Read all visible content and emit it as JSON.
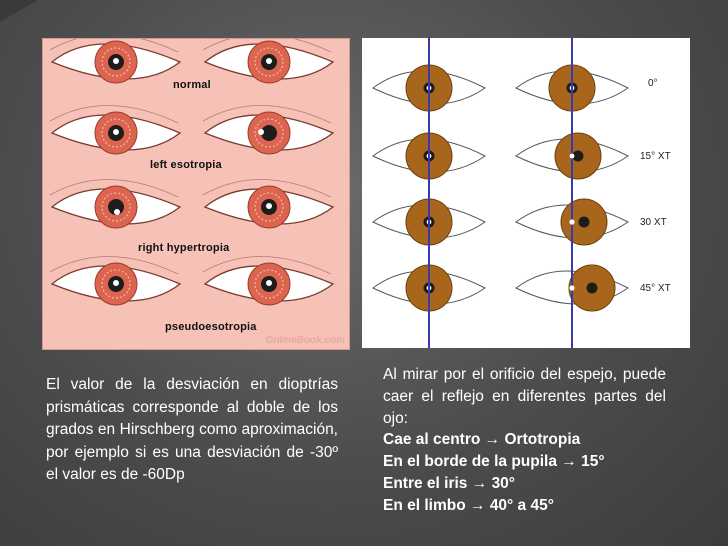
{
  "left_image": {
    "labels": {
      "normal": "normal",
      "esotropia": "left esotropia",
      "hypertropia": "right hypertropia",
      "pseudo": "pseudoesotropia"
    },
    "watermark": "OnlineBook.com"
  },
  "right_image": {
    "degrees": [
      "0°",
      "15° XT",
      "30 XT",
      "45° XT"
    ]
  },
  "text_left": "El valor de la desviación en dioptrías prismáticas corresponde al doble de los grados en Hirschberg como aproximación, por ejemplo si es una desviación de -30º el valor es de -60Dp",
  "text_right": {
    "intro": "Al mirar por el orificio del espejo, puede caer el reflejo en diferentes partes del ojo:",
    "items": [
      {
        "label": "Cae al centro",
        "arrow": "→",
        "result": "Ortotropia"
      },
      {
        "label": "En el borde de la pupila",
        "arrow": "→",
        "result": "15°"
      },
      {
        "label": "Entre el iris",
        "arrow": "→",
        "result": "30°"
      },
      {
        "label": "En el limbo",
        "arrow": "→",
        "result": "40° a 45°"
      }
    ]
  },
  "colors": {
    "iris_left": "#d9604a",
    "iris_right": "#a5651c",
    "line": "#3a3ab0"
  }
}
